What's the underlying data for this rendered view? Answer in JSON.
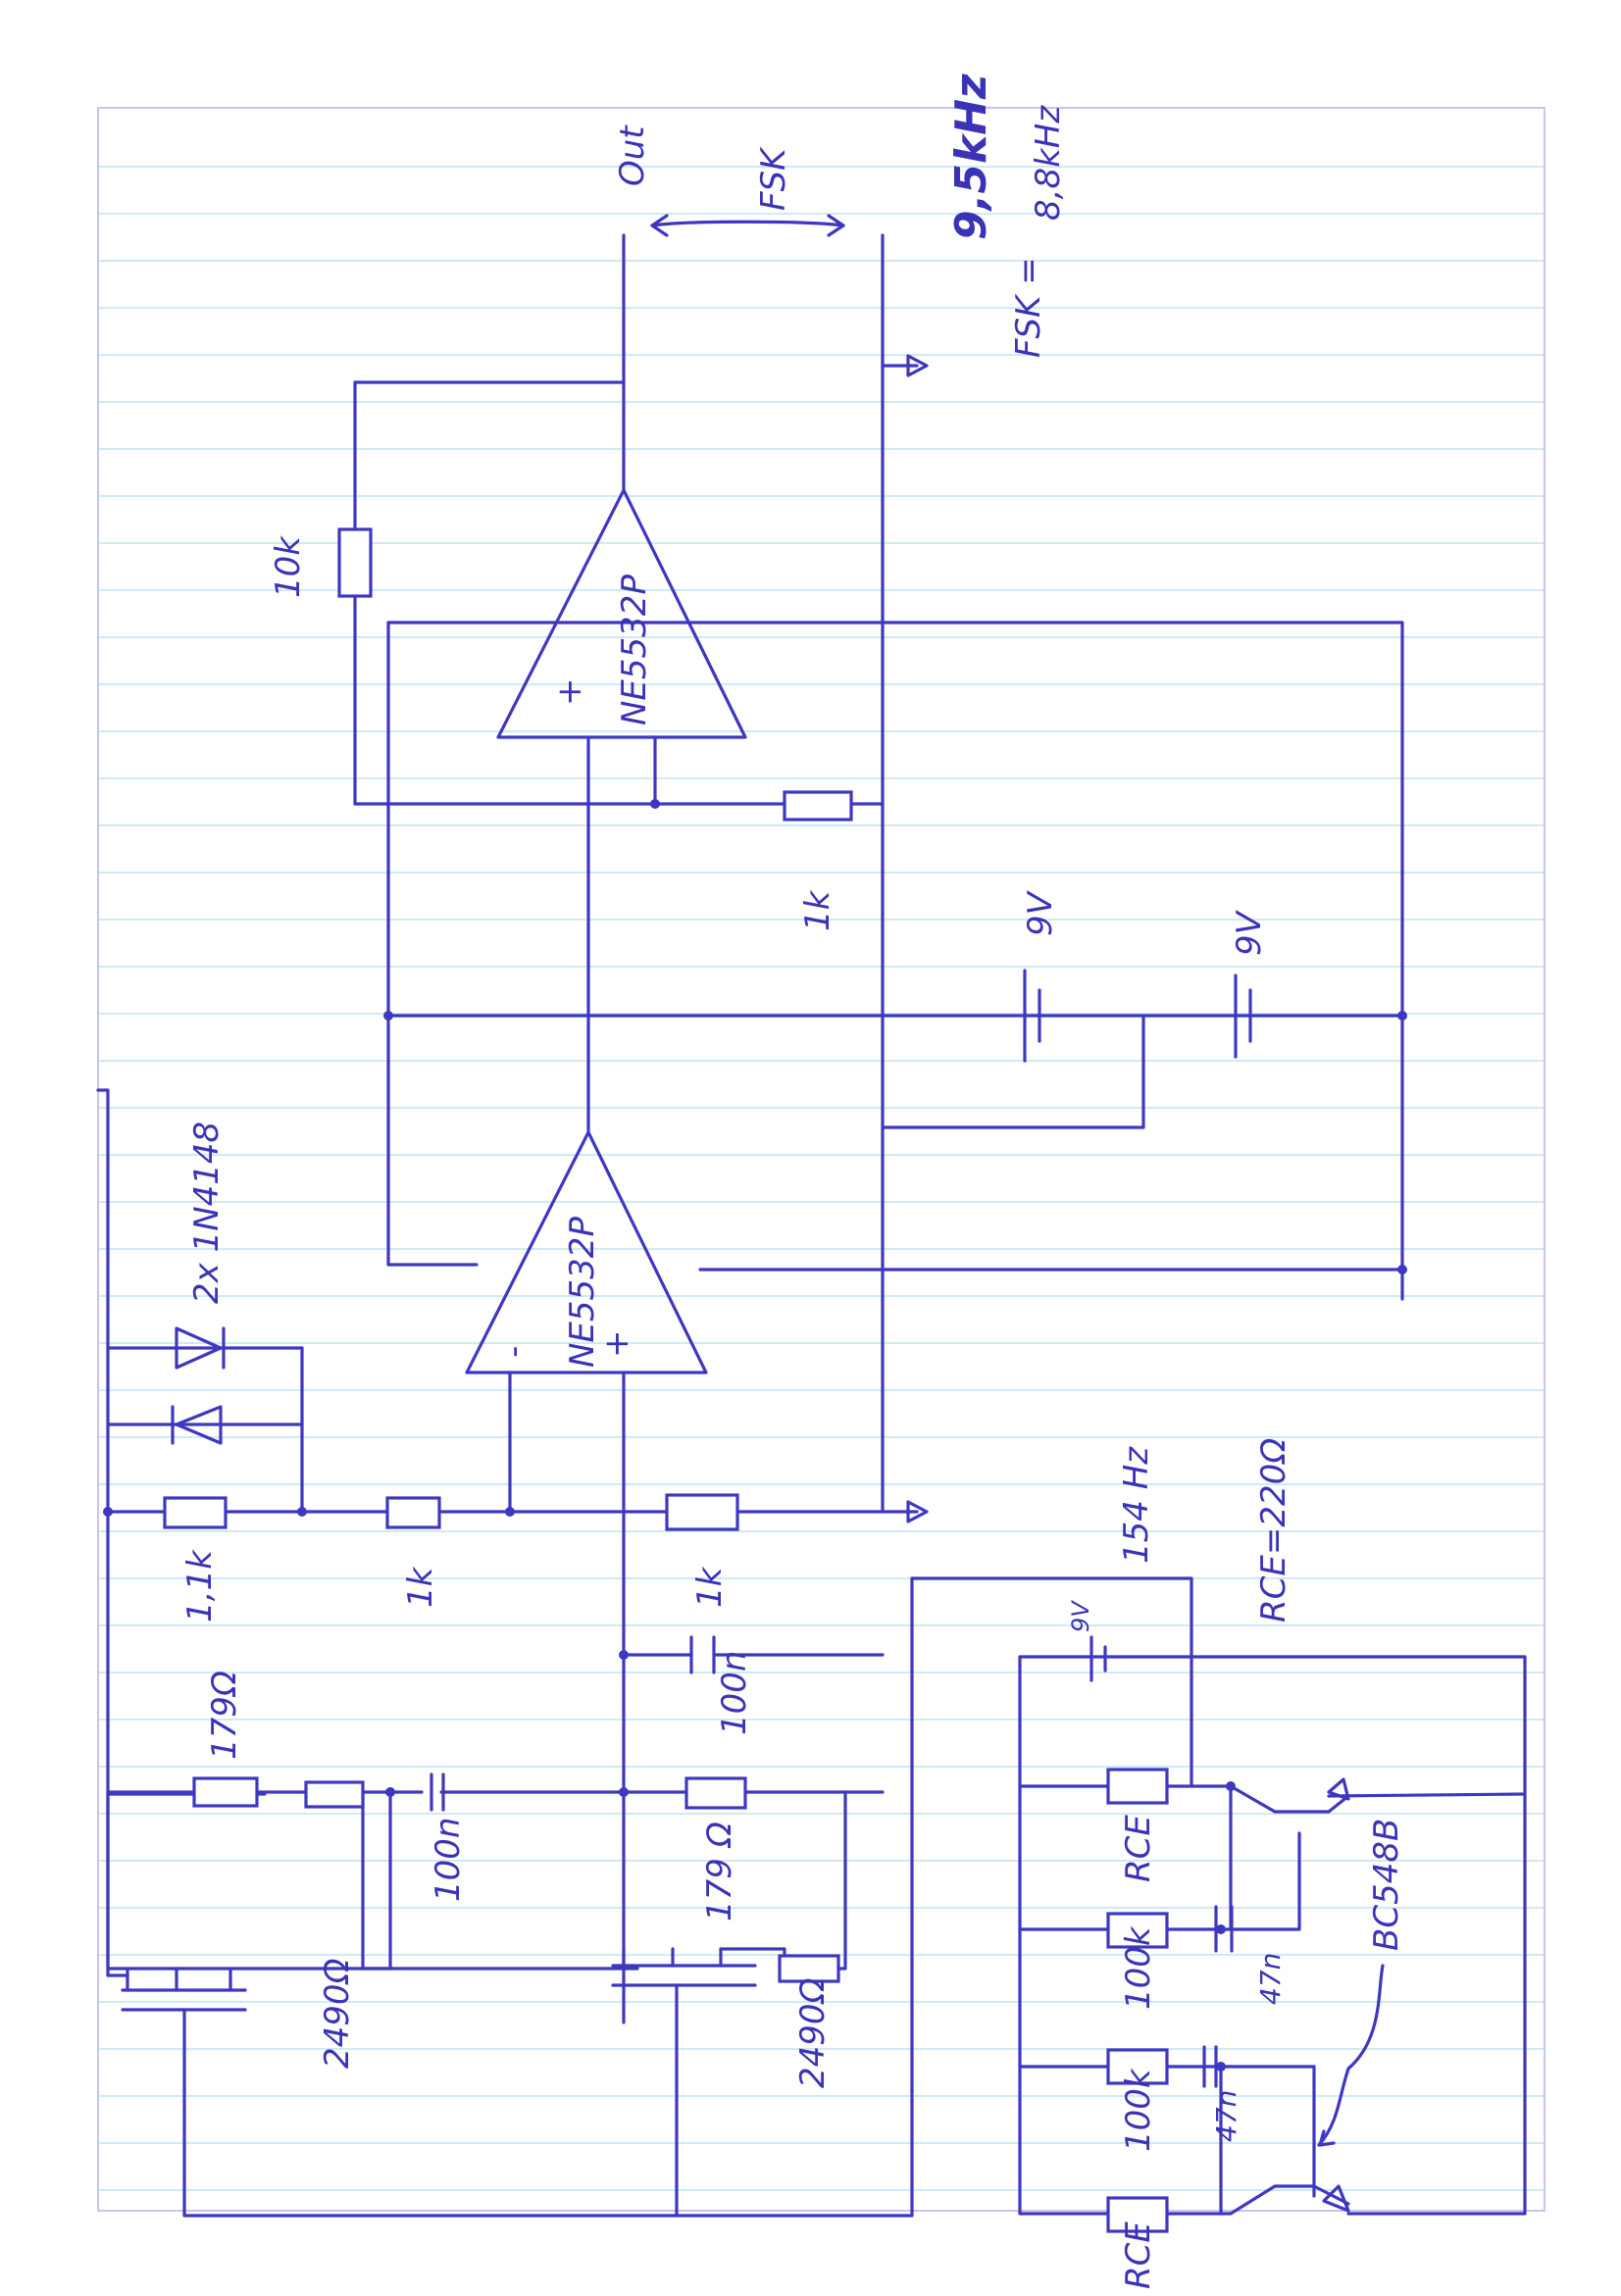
{
  "labels": {
    "out": "Out",
    "fsk_arrow": "FSK",
    "fsk_values_line1": "9,5kHz",
    "fsk_values_line2": "8,8kHz",
    "fsk_eq": "FSK =",
    "opamp_top": "NE5532P",
    "opamp_bottom": "NE5532P",
    "plus_sign": "+",
    "minus_sign": "-",
    "r_10k": "10k",
    "r_1k_fb": "1k",
    "battery1": "9V",
    "battery2": "9V",
    "diodes": "2x 1N4148",
    "r_1_1k": "1,1k",
    "r_1k_mid": "1k",
    "r_1k_right": "1k",
    "r_179_top": "179Ω",
    "cap_100n_left": "100n",
    "cap_100n_right": "100n",
    "r_179_right": "179 Ω",
    "r_2490_left": "2490Ω",
    "r_2490_right": "2490Ω",
    "freq_154": "154 Hz",
    "rce_eq": "RCE=220Ω",
    "osc_9v": "9V",
    "rce_1": "RCE",
    "r_100k_1": "100k",
    "cap_47n_1": "47n",
    "r_100k_2": "100k",
    "cap_47n_2": "47n",
    "rce_2": "RCE",
    "transistor": "BC548B"
  },
  "colors": {
    "ink": "#3e37c0",
    "grid_line": "#bfe3f3",
    "margin_line": "#c9c4ec",
    "paper": "#ffffff"
  }
}
